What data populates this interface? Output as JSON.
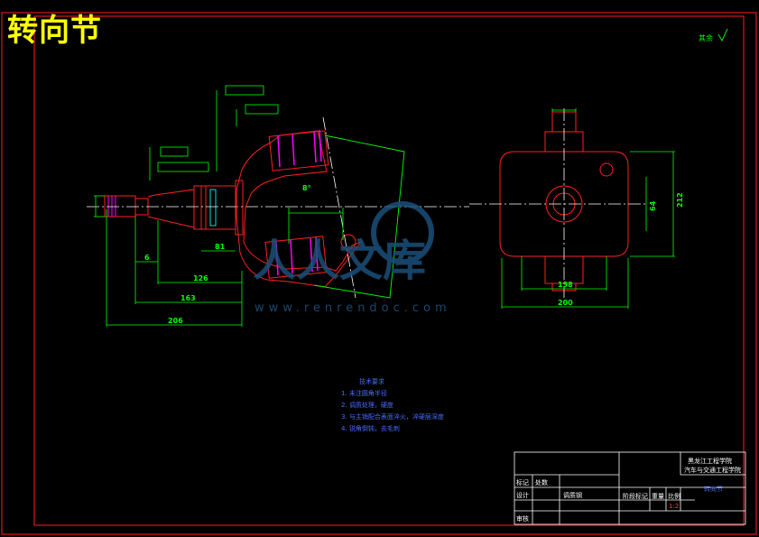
{
  "drawing": {
    "title": "转向节",
    "roughness_note": "其余",
    "watermark": "www.renrendoc.com",
    "watermark_logo": "人人文库"
  },
  "dimensions": {
    "d206": "206",
    "d163": "163",
    "d126": "126",
    "d81": "81",
    "d6": "6",
    "d200": "200",
    "d138": "138",
    "d212": "212",
    "d64": "64",
    "d8deg": "8°"
  },
  "tech_notes": {
    "heading": "技术要求",
    "items": [
      "1. 未注圆角半径",
      "2. 调质处理，硬度",
      "3. 与主销配合表面淬火，淬硬层深度",
      "4. 锐角倒钝，去毛刺"
    ]
  },
  "title_block": {
    "school": "黑龙江工程学院",
    "dept": "汽车与交通工程学院",
    "part_name": "转向节",
    "stage_label": "阶段标记",
    "weight_label": "重量",
    "scale_label": "比例",
    "scale_value": "1:2",
    "material": "调质钢",
    "design_label": "设计",
    "audit_label": "审核",
    "mark_label": "标记",
    "count_label": "处数"
  },
  "colors": {
    "outline": "#ff2020",
    "dimension": "#00ff00",
    "centerline": "#ffffff",
    "hatch": "#ff00ff",
    "hidden": "#00e0e0",
    "text_blue": "#4a6bff",
    "title": "#ffff00"
  }
}
